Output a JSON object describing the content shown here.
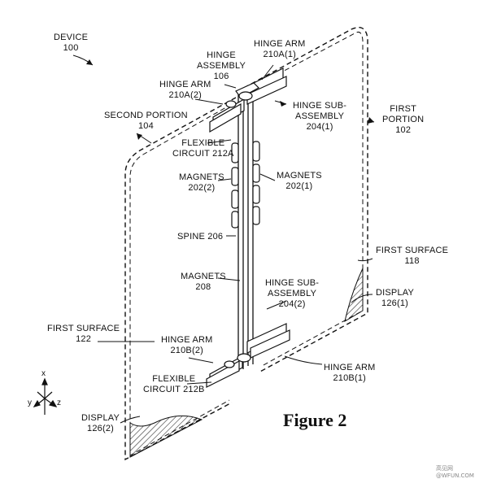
{
  "figure": "Figure 2",
  "labels": {
    "device": "DEVICE",
    "device_num": "100",
    "hinge_arm_top_r": "HINGE ARM",
    "hinge_arm_top_r_num": "210A(1)",
    "hinge_assembly": "HINGE",
    "hinge_assembly2": "ASSEMBLY",
    "hinge_assembly_num": "106",
    "hinge_arm_top_l": "HINGE ARM",
    "hinge_arm_top_l_num": "210A(2)",
    "second_portion": "SECOND PORTION",
    "second_portion_num": "104",
    "hinge_sub_top": "HINGE SUB-",
    "hinge_sub_top2": "ASSEMBLY",
    "hinge_sub_top_num": "204(1)",
    "first_portion": "FIRST",
    "first_portion2": "PORTION",
    "first_portion_num": "102",
    "flex_a": "FLEXIBLE",
    "flex_a2": "CIRCUIT 212A",
    "magnets_l": "MAGNETS",
    "magnets_l_num": "202(2)",
    "magnets_r": "MAGNETS",
    "magnets_r_num": "202(1)",
    "spine": "SPINE 206",
    "first_surface_r": "FIRST SURFACE",
    "first_surface_r_num": "118",
    "magnets_c": "MAGNETS",
    "magnets_c_num": "208",
    "hinge_sub_bot": "HINGE SUB-",
    "hinge_sub_bot2": "ASSEMBLY",
    "hinge_sub_bot_num": "204(2)",
    "display_r": "DISPLAY",
    "display_r_num": "126(1)",
    "first_surface_l": "FIRST SURFACE",
    "first_surface_l_num": "122",
    "hinge_arm_bot_l": "HINGE ARM",
    "hinge_arm_bot_l_num": "210B(2)",
    "hinge_arm_bot_r": "HINGE ARM",
    "hinge_arm_bot_r_num": "210B(1)",
    "flex_b": "FLEXIBLE",
    "flex_b2": "CIRCUIT 212B",
    "display_l": "DISPLAY",
    "display_l_num": "126(2)"
  },
  "axes": {
    "x": "x",
    "y": "y",
    "z": "z"
  },
  "watermark": "高见网 @WFUN.COM"
}
